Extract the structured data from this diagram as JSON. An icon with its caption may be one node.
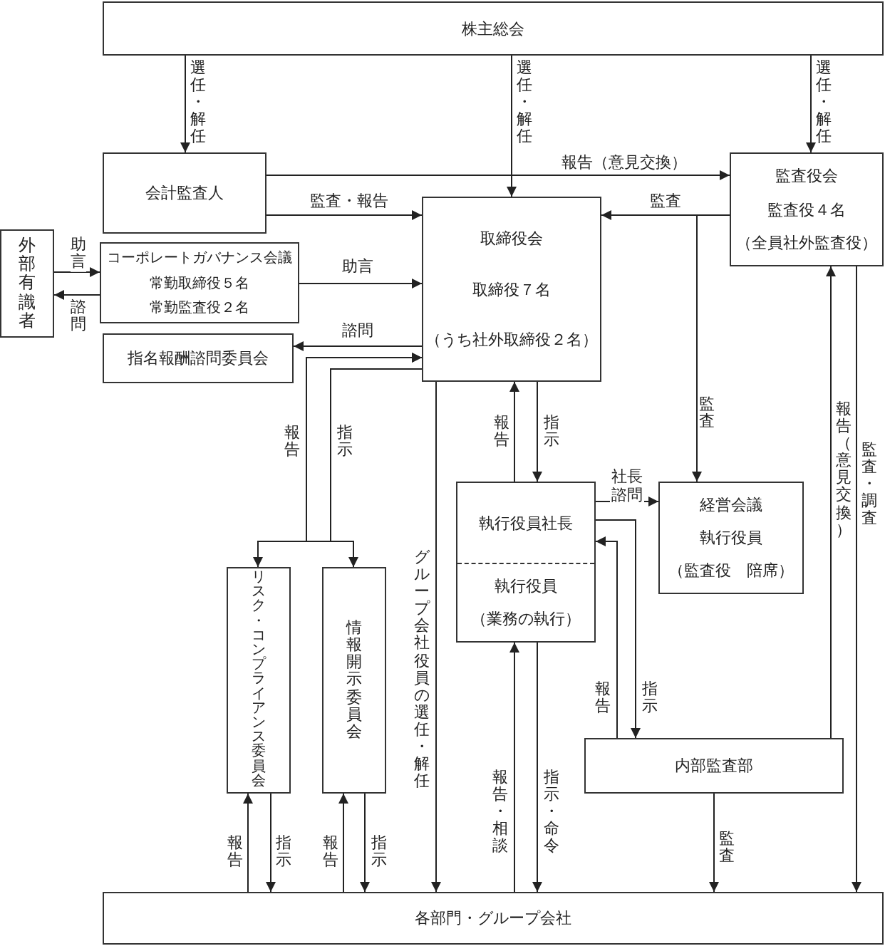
{
  "diagram": {
    "nodes": [
      {
        "text": [
          "株主総会"
        ]
      },
      {
        "text": [
          "会計監査人"
        ]
      },
      {
        "text": [
          "監査役会",
          "監査役４名",
          "（全員社外監査役）"
        ]
      },
      {
        "text": [
          "外部有識者"
        ]
      },
      {
        "text": [
          "コーポレートガバナンス会議",
          "常勤取締役５名",
          "常勤監査役２名"
        ]
      },
      {
        "text": [
          "取締役会",
          "取締役７名",
          "（うち社外取締役２名）"
        ]
      },
      {
        "text": [
          "指名報酬諮問委員会"
        ]
      },
      {
        "text": [
          "リスク・コンプライアンス委員会"
        ]
      },
      {
        "text": [
          "情報開示委員会"
        ]
      },
      {
        "text": [
          "執行役員社長",
          "執行役員",
          "（業務の執行）"
        ]
      },
      {
        "text": [
          "経営会議",
          "執行役員",
          "（監査役　陪席）"
        ]
      },
      {
        "text": [
          "内部監査部"
        ]
      },
      {
        "text": [
          "各部門・グループ会社"
        ]
      }
    ],
    "edges": [
      {
        "from": 0,
        "to": 1,
        "arrow": "to",
        "label": "選任・解任"
      },
      {
        "from": 0,
        "to": 5,
        "arrow": "to",
        "label": "選任・解任"
      },
      {
        "from": 0,
        "to": 2,
        "arrow": "to",
        "label": "選任・解任"
      },
      {
        "from": 1,
        "to": 2,
        "arrow": "to",
        "label": "報告（意見交換）"
      },
      {
        "from": 1,
        "to": 5,
        "arrow": "to",
        "label": "監査・報告"
      },
      {
        "from": 2,
        "to": 5,
        "arrow": "to",
        "label": "監査"
      },
      {
        "from": 2,
        "to": 10,
        "arrow": "to",
        "label": "監査"
      },
      {
        "from": 3,
        "to": 4,
        "arrow": "to",
        "label": "助言"
      },
      {
        "from": 4,
        "to": 3,
        "arrow": "to",
        "label": "諮問"
      },
      {
        "from": 4,
        "to": 5,
        "arrow": "to",
        "label": "助言"
      },
      {
        "from": 5,
        "to": 6,
        "arrow": "to",
        "label": "諮問"
      },
      {
        "from": 7,
        "to": 5,
        "arrow": "to",
        "label": "報告"
      },
      {
        "from": 8,
        "to": 5,
        "arrow": "to"
      },
      {
        "from": 5,
        "to": 7,
        "arrow": "to",
        "label": "指示"
      },
      {
        "from": 5,
        "to": 8,
        "arrow": "to"
      },
      {
        "from": 5,
        "to": 12,
        "arrow": "to",
        "label": "グループ会社役員の選任・解任"
      },
      {
        "from": 9,
        "to": 5,
        "arrow": "to",
        "label": "報告"
      },
      {
        "from": 5,
        "to": 9,
        "arrow": "to",
        "label": "指示"
      },
      {
        "from": 9,
        "to": 10,
        "arrow": "to",
        "label": "社長諮問"
      },
      {
        "from": 9,
        "to": 11,
        "arrow": "to",
        "label": "指示"
      },
      {
        "from": 11,
        "to": 9,
        "arrow": "to",
        "label": "報告"
      },
      {
        "from": 11,
        "to": 2,
        "arrow": "to",
        "label": "報告（意見交換）"
      },
      {
        "from": 2,
        "to": 12,
        "arrow": "to",
        "label": "監査・調査"
      },
      {
        "from": 12,
        "to": 9,
        "arrow": "to",
        "label": "報告・相談"
      },
      {
        "from": 9,
        "to": 12,
        "arrow": "to",
        "label": "指示・命令"
      },
      {
        "from": 11,
        "to": 12,
        "arrow": "to",
        "label": "監査"
      },
      {
        "from": 12,
        "to": 7,
        "arrow": "to",
        "label": "報告"
      },
      {
        "from": 7,
        "to": 12,
        "arrow": "to",
        "label": "指示"
      },
      {
        "from": 12,
        "to": 8,
        "arrow": "to",
        "label": "報告"
      },
      {
        "from": 8,
        "to": 12,
        "arrow": "to",
        "label": "指示"
      }
    ]
  }
}
